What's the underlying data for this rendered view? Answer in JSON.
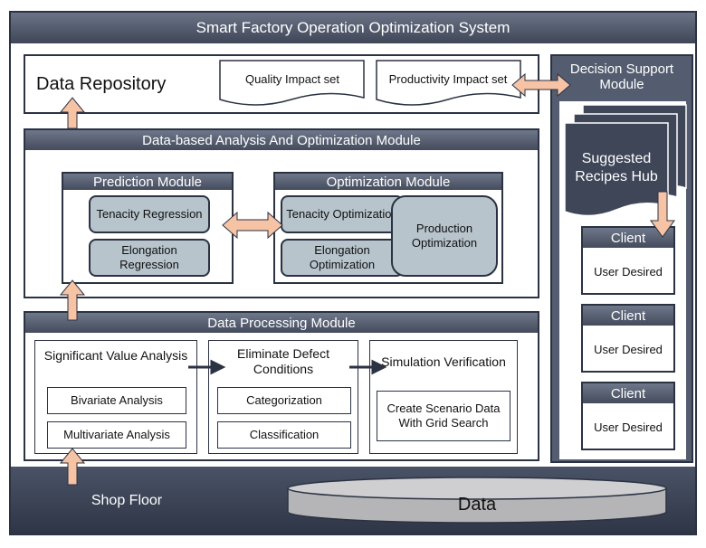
{
  "title": "Smart Factory Operation Optimization System",
  "repository": {
    "label": "Data Repository",
    "docs": [
      "Quality Impact set",
      "Productivity Impact set"
    ]
  },
  "decision_support": {
    "title": "Decision Support Module",
    "hub": "Suggested Recipes Hub",
    "clients": [
      {
        "title": "Client",
        "body": "User Desired"
      },
      {
        "title": "Client",
        "body": "User Desired"
      },
      {
        "title": "Client",
        "body": "User Desired"
      }
    ]
  },
  "analysis": {
    "title": "Data-based Analysis And Optimization Module",
    "prediction": {
      "title": "Prediction Module",
      "items": [
        "Tenacity Regression",
        "Elongation Regression"
      ]
    },
    "optimization": {
      "title": "Optimization Module",
      "items": [
        "Tenacity Optimization",
        "Elongation Optimization"
      ],
      "production": "Production Optimization"
    }
  },
  "processing": {
    "title": "Data Processing Module",
    "significant": {
      "title": "Significant Value Analysis",
      "items": [
        "Bivariate Analysis",
        "Multivariate Analysis"
      ]
    },
    "eliminate": {
      "title": "Eliminate Defect Conditions",
      "items": [
        "Categorization",
        "Classification"
      ]
    },
    "simulation": {
      "title": "Simulation Verification",
      "items": [
        "Create Scenario Data With Grid Search"
      ]
    }
  },
  "shop_floor": {
    "label": "Shop Floor",
    "data": "Data"
  },
  "colors": {
    "dark": "#2b3242",
    "bar": "#4f586b",
    "module": "#b7c4cc",
    "arrow": "#f6c3a5"
  }
}
